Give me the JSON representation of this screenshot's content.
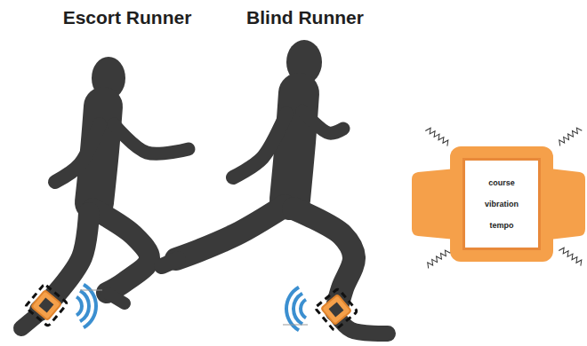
{
  "diagram": {
    "nodes": [
      {
        "text": [
          "course",
          "vibration",
          "tempo"
        ]
      }
    ],
    "labels": [
      "Escort Runner",
      "Blind Runner"
    ]
  }
}
